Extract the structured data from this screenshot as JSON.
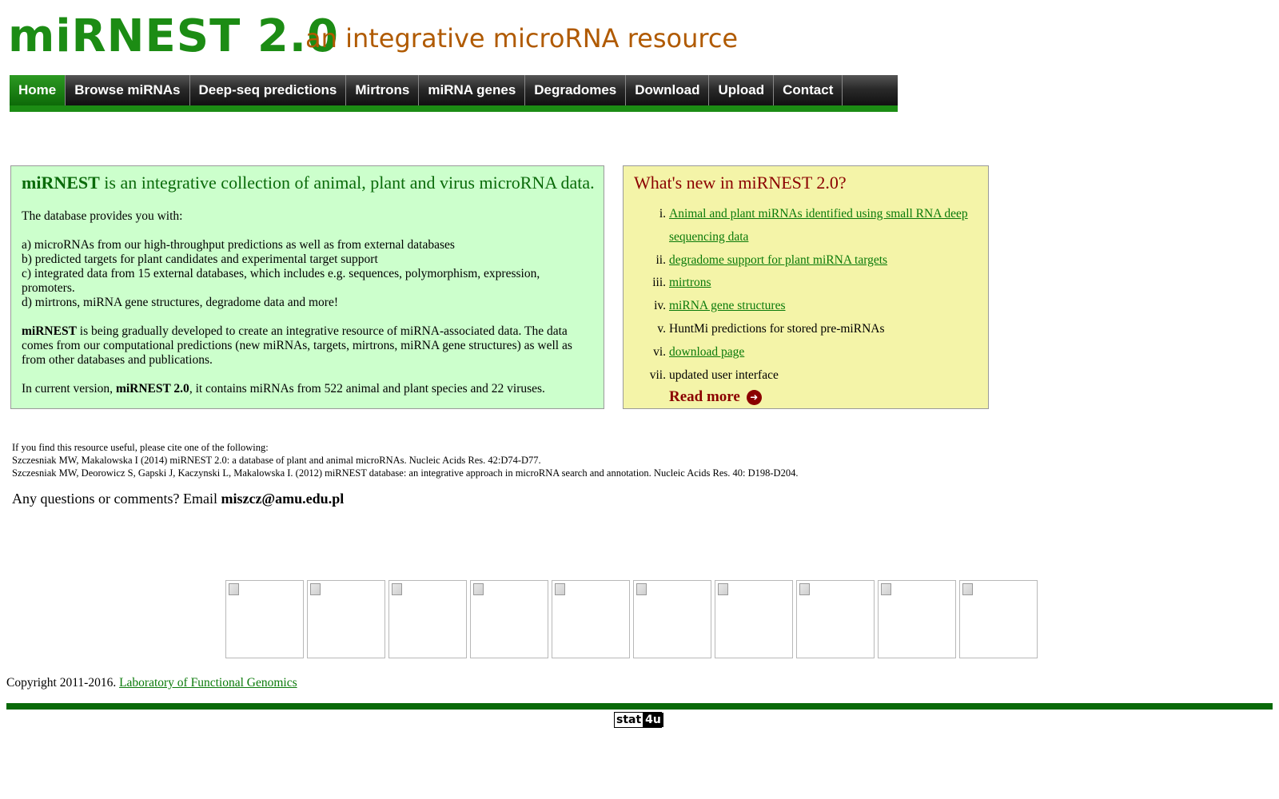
{
  "header": {
    "logo": "miRNEST 2.0",
    "tagline": "an integrative microRNA resource"
  },
  "nav": {
    "items": [
      "Home",
      "Browse miRNAs",
      "Deep-seq predictions",
      "Mirtrons",
      "miRNA genes",
      "Degradomes",
      "Download",
      "Upload",
      "Contact"
    ],
    "active": "Home"
  },
  "intro": {
    "title_bold": "miRNEST",
    "title_rest": " is an integrative collection of animal, plant and virus microRNA data.",
    "provides": "The database provides you with:",
    "items": [
      "a)  microRNAs from our high-throughput predictions as well as from external databases",
      "b)  predicted targets for plant candidates and experimental target support",
      "c)  integrated data from 15 external databases, which includes e.g. sequences, polymorphism, expression, promoters.",
      "d) mirtrons, miRNA gene structures, degradome data and more!"
    ],
    "desc_bold": "miRNEST",
    "desc_rest": " is being gradually developed to create an integrative resource of miRNA-associated data. The data comes from our computational predictions (new miRNAs, targets, mirtrons, miRNA gene structures) as well as from other databases and publications.",
    "current_pre": "In current version, ",
    "current_bold": "miRNEST 2.0",
    "current_post": ", it contains miRNAs from 522 animal and plant species and 22 viruses."
  },
  "news": {
    "title": "What's new in miRNEST 2.0?",
    "items": [
      {
        "num": "i.",
        "text": "Animal and plant miRNAs identified using small RNA deep sequencing data"
      },
      {
        "num": "ii.",
        "text": "degradome support for plant miRNA targets"
      },
      {
        "num": "iii.",
        "text": "mirtrons"
      },
      {
        "num": "iv.",
        "text": "miRNA gene structures"
      },
      {
        "num": "v.",
        "text": "HuntMi predictions for stored pre-miRNAs"
      },
      {
        "num": "vi.",
        "text": "download page"
      },
      {
        "num": "vii.",
        "text": "updated user interface"
      }
    ],
    "read_more": "Read more"
  },
  "citations": {
    "intro": "If you find this resource useful, please cite one of the following:",
    "refs": [
      "Szczesniak MW, Makalowska I (2014) miRNEST 2.0: a database of plant and animal microRNAs. Nucleic Acids Res. 42:D74-D77.",
      "Szczesniak MW, Deorowicz S, Gapski J, Kaczynski L, Makalowska I. (2012) miRNEST database: an integrative approach in microRNA search and annotation. Nucleic Acids Res. 40: D198-D204."
    ]
  },
  "contact": {
    "text": "Any questions or comments? Email ",
    "email": "miszcz@amu.edu.pl"
  },
  "footer": {
    "copyright": "Copyright 2011-2016. ",
    "lab_link": "Laboratory of Functional Genomics",
    "stat_left": "stat",
    "stat_right": "4u"
  }
}
